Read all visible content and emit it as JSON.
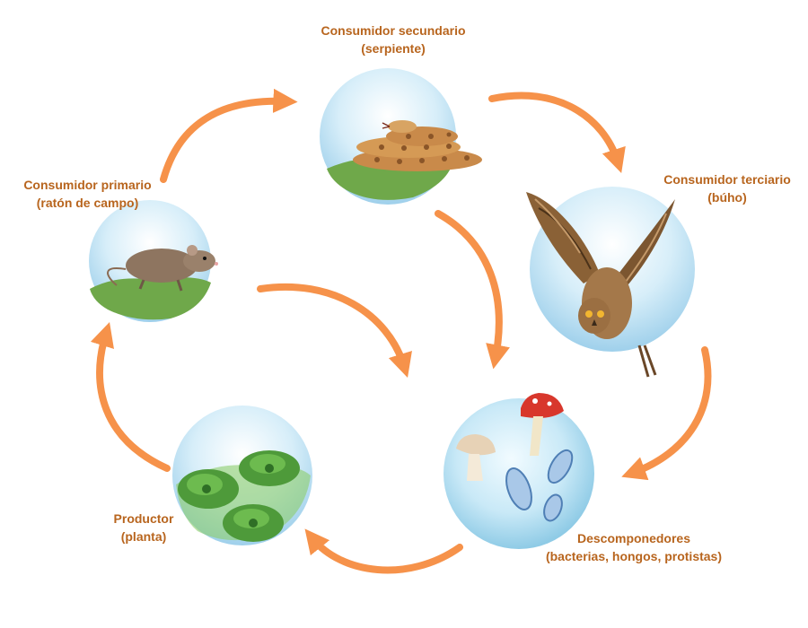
{
  "colors": {
    "label": "#b8651e",
    "arrow": "#f6924a",
    "sky": "#a9d6ee",
    "grass": "#6fa84a",
    "water": "#bfe4f4"
  },
  "nodes": {
    "secundario": {
      "title": "Consumidor secundario",
      "subtitle": "(serpiente)",
      "icon": "snake-icon"
    },
    "terciario": {
      "title": "Consumidor terciario",
      "subtitle": "(búho)",
      "icon": "owl-icon"
    },
    "primario": {
      "title": "Consumidor primario",
      "subtitle": "(ratón de campo)",
      "icon": "mouse-icon"
    },
    "productor": {
      "title": "Productor",
      "subtitle": "(planta)",
      "icon": "plant-icon"
    },
    "descomponedores": {
      "title": "Descomponedores",
      "subtitle": "(bacterias, hongos, protistas)",
      "icon": "mushroom-icon"
    }
  }
}
